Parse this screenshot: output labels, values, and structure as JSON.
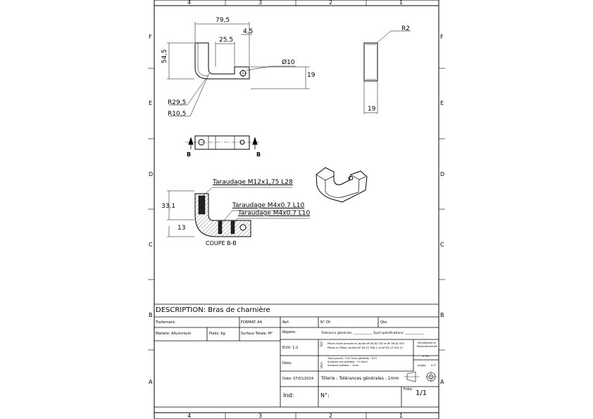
{
  "zones": {
    "top": [
      "4",
      "3",
      "2",
      "1"
    ],
    "bottom": [
      "4",
      "3",
      "2",
      "1"
    ],
    "left": [
      "F",
      "E",
      "D",
      "C",
      "B",
      "A"
    ],
    "right": [
      "F",
      "E",
      "D",
      "C",
      "B",
      "A"
    ]
  },
  "dimensions": {
    "width_overall": "79,5",
    "width_slot": "25,5",
    "width_small": "4,5",
    "height_left": "54,5",
    "hole_dia": "Ø10",
    "height_right": "19",
    "radius_outer": "R29,5",
    "radius_inner": "R10,5",
    "side_radius": "R2",
    "side_width": "19",
    "section_mark_left": "B",
    "section_mark_right": "B",
    "section_dim_height": "33,1",
    "section_dim_small": "13"
  },
  "callouts": {
    "thread_m12": "Taraudage M12x1,75 L28",
    "thread_m4_a": "Taraudage M4x0.7 L10",
    "thread_m4_b": "Taraudage M4x0.7 L10",
    "section_label": "COUPE B-B"
  },
  "title_block": {
    "description_label": "DESCRIPTION:",
    "description_value": "Bras de charnière",
    "traitement": "Traitement:",
    "format": "FORMAT: A4",
    "ref": "Ref:",
    "no_of": "N° Of:",
    "qte": "Qte:",
    "matiere": "Matière: Alluminium",
    "poids": "Poids: Kg",
    "surface": "Surface Totale: M²",
    "repere": "Repère:",
    "tolerance": "Tolérance générale: ____________  Sauf spécifications: ____________",
    "echelle": "Echt: 1:2",
    "iso_line1": "Pièces Fonte pressée et usinée NF EN 82 002 et NF EN 82 003",
    "iso_line2": "Pièces en Métal usinées NF EN 22 768-1, et NF EN 13 920-12",
    "iso_tag": "ISO",
    "parallelisme": "Parallélisme et Perpendicularité",
    "parallel_value": "0.3%",
    "angles": "Angles",
    "angles_value": "0.5°",
    "dess": "Dess:",
    "usin_tag": "Usin.",
    "usin_line1": "Trous percés : H13   Trous pénétrés : H13",
    "usin_line2": "Surfaces non tolérées : +0.5mm",
    "usin_line3": "Surfaces tolérées : -1mm",
    "date": "Date: 07/01/2024",
    "tolerie": "Tôlerie : Tolérances générales : 1mm",
    "folio_label": "Folio:",
    "folio_value": "1/1",
    "ind": "Ind:",
    "no": "N°:"
  }
}
